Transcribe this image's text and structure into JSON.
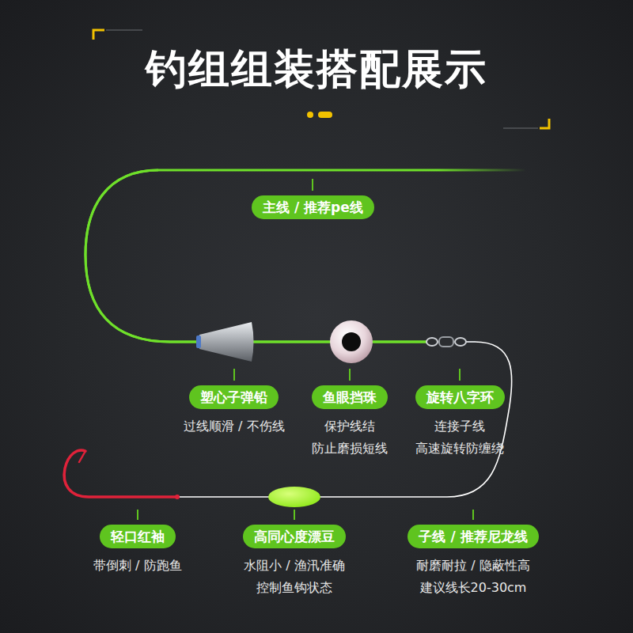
{
  "diagram": {
    "title": "钓组组装搭配展示",
    "nodes": [
      {
        "text": [
          "主线 / 推荐pe线"
        ]
      },
      {
        "text": [
          "塑心子弹铅",
          "过线顺滑 / 不伤线"
        ]
      },
      {
        "text": [
          "鱼眼挡珠",
          "保护线结 防止磨损短线"
        ]
      },
      {
        "text": [
          "旋转八字环",
          "连接子线 高速旋转防缠绕"
        ]
      },
      {
        "text": [
          "轻口红袖",
          "带倒刺 / 防跑鱼"
        ]
      },
      {
        "text": [
          "高同心度漂豆",
          "水阻小 / 渔汛准确 控制鱼钩状态"
        ]
      },
      {
        "text": [
          "子线 / 推荐尼龙线",
          "耐磨耐拉 / 隐蔽性高 建议线长20-30cm"
        ]
      }
    ]
  }
}
